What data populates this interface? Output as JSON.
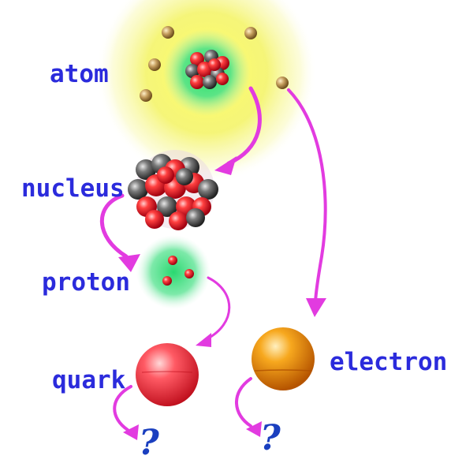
{
  "labels": {
    "atom": "atom",
    "nucleus": "nucleus",
    "proton": "proton",
    "quark": "quark",
    "electron": "electron"
  },
  "unknown_marks": {
    "quark_unknown": "?",
    "electron_unknown": "?"
  },
  "colors": {
    "label_text": "#2b2bdc",
    "arrow": "#e23be0",
    "atom_glow": "#f3f36a",
    "nucleus_glow": "#3fe07a",
    "proton_particle": "#e03030",
    "neutron_particle": "#555555",
    "electron_orbit_particle": "#b08a4a",
    "quark_sphere": "#ee2f3c",
    "electron_sphere": "#f28a10",
    "question_mark": "#1a3fbf"
  }
}
